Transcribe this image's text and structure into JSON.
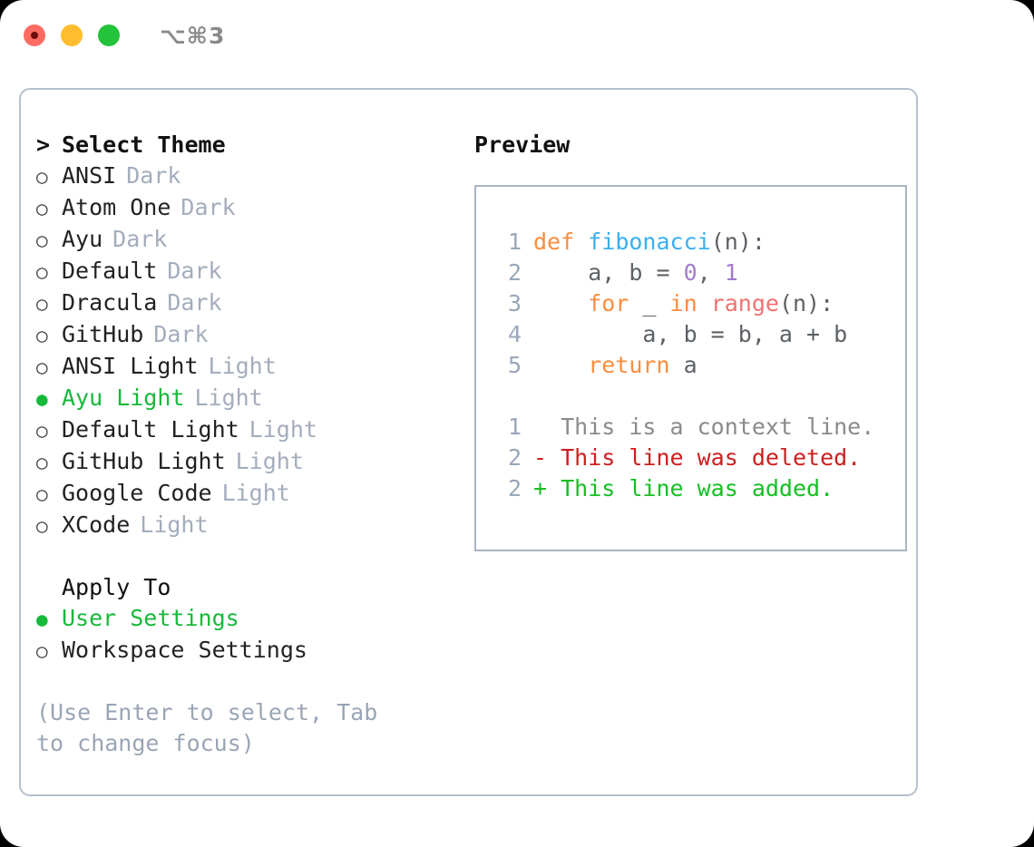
{
  "window": {
    "shortcut_hint": "⌥⌘3",
    "traffic_lights": [
      {
        "name": "close",
        "color": "#fd6b62"
      },
      {
        "name": "minimize",
        "color": "#ffbd2e"
      },
      {
        "name": "zoom",
        "color": "#23c33b"
      }
    ]
  },
  "theme_section": {
    "caret": ">",
    "header": "Select Theme",
    "marker_selected": "●",
    "marker_unselected": "○",
    "items": [
      {
        "label": "ANSI",
        "tag": "Dark",
        "selected": false
      },
      {
        "label": "Atom One",
        "tag": "Dark",
        "selected": false
      },
      {
        "label": "Ayu",
        "tag": "Dark",
        "selected": false
      },
      {
        "label": "Default",
        "tag": "Dark",
        "selected": false
      },
      {
        "label": "Dracula",
        "tag": "Dark",
        "selected": false
      },
      {
        "label": "GitHub",
        "tag": "Dark",
        "selected": false
      },
      {
        "label": "ANSI Light",
        "tag": "Light",
        "selected": false
      },
      {
        "label": "Ayu Light",
        "tag": "Light",
        "selected": true
      },
      {
        "label": "Default Light",
        "tag": "Light",
        "selected": false
      },
      {
        "label": "GitHub Light",
        "tag": "Light",
        "selected": false
      },
      {
        "label": "Google Code",
        "tag": "Light",
        "selected": false
      },
      {
        "label": "XCode",
        "tag": "Light",
        "selected": false
      }
    ]
  },
  "apply_to": {
    "label": "Apply To",
    "items": [
      {
        "label": "User Settings",
        "selected": true
      },
      {
        "label": "Workspace Settings",
        "selected": false
      }
    ]
  },
  "help_text": "(Use Enter to select, Tab to change focus)",
  "preview": {
    "title": "Preview",
    "code_lines": [
      {
        "lineno": "1",
        "tokens": [
          {
            "text": "def ",
            "type": "kw"
          },
          {
            "text": "fibonacci",
            "type": "fn"
          },
          {
            "text": "(n):",
            "type": "punc"
          }
        ]
      },
      {
        "lineno": "2",
        "tokens": [
          {
            "text": "    a, b = ",
            "type": "plain"
          },
          {
            "text": "0",
            "type": "num"
          },
          {
            "text": ", ",
            "type": "plain"
          },
          {
            "text": "1",
            "type": "num"
          }
        ]
      },
      {
        "lineno": "3",
        "tokens": [
          {
            "text": "    for ",
            "type": "kw"
          },
          {
            "text": "_ ",
            "type": "plain"
          },
          {
            "text": "in ",
            "type": "kw"
          },
          {
            "text": "range",
            "type": "call"
          },
          {
            "text": "(n):",
            "type": "punc"
          }
        ]
      },
      {
        "lineno": "4",
        "tokens": [
          {
            "text": "        a, b = b, a + b",
            "type": "plain"
          }
        ]
      },
      {
        "lineno": "5",
        "tokens": [
          {
            "text": "    return ",
            "type": "kw"
          },
          {
            "text": "a",
            "type": "plain"
          }
        ]
      }
    ],
    "diff_lines": [
      {
        "lineno": "1",
        "text": "  This is a context line.",
        "type": "ctx"
      },
      {
        "lineno": "2",
        "text": "- This line was deleted.",
        "type": "del"
      },
      {
        "lineno": "2",
        "text": "+ This line was added.",
        "type": "add"
      }
    ]
  },
  "colors": {
    "accent_green": "#17b93b",
    "muted_tag": "#a3adbc",
    "panel_border": "#b6c0cd",
    "preview_border": "#aab5c4",
    "lineno": "#9aa7b8",
    "syntax_keyword": "#fa8d3e",
    "syntax_function": "#39afef",
    "syntax_number": "#a37acc",
    "syntax_call": "#f07171",
    "syntax_plain": "#5c6166",
    "diff_context": "#8a8a8a",
    "diff_deleted": "#cc1f1f",
    "diff_added": "#16bf24"
  }
}
